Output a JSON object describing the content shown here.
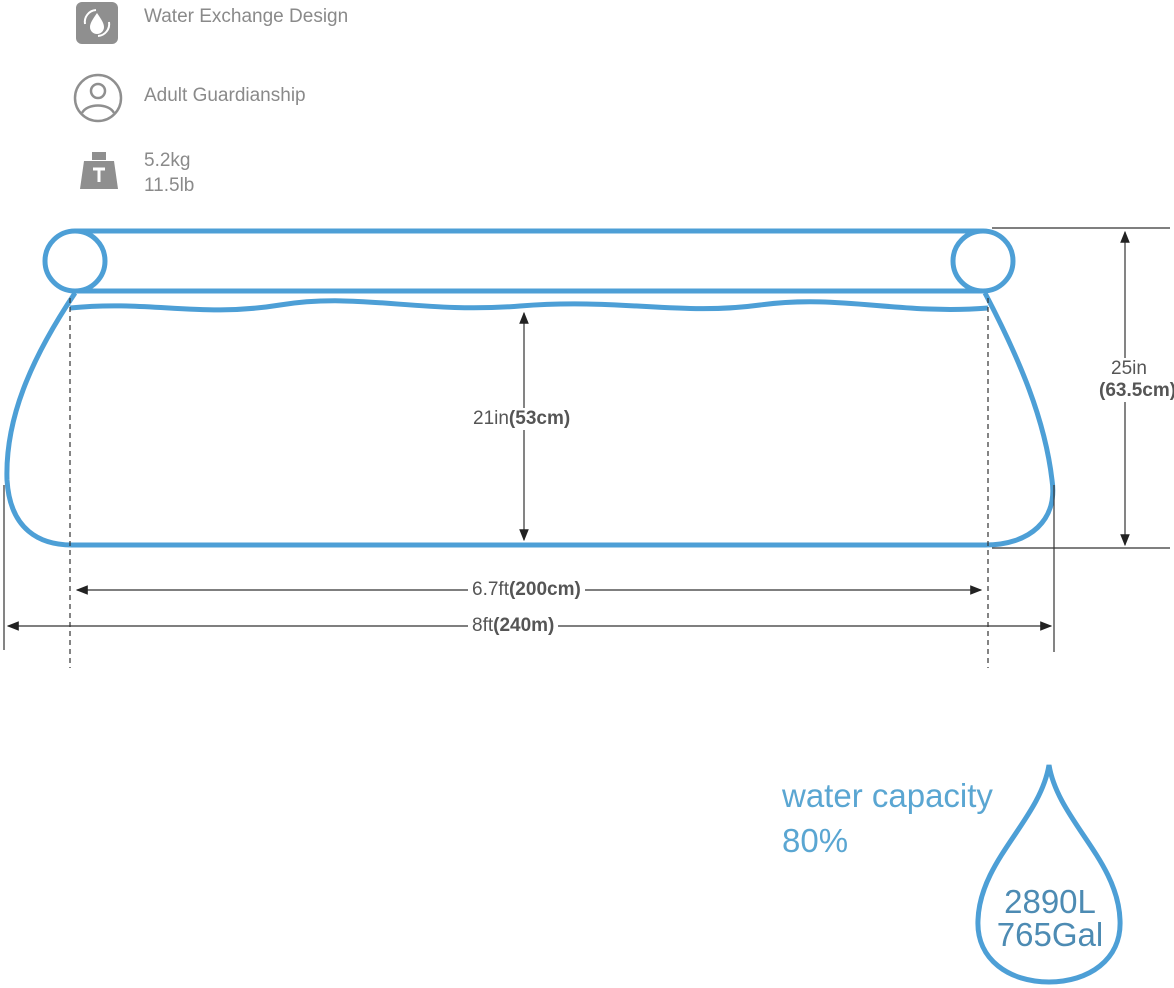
{
  "features": [
    {
      "icon": "water-exchange-icon",
      "label": "Water Exchange Design"
    },
    {
      "icon": "person-icon",
      "label": "Adult Guardianship"
    },
    {
      "icon": "weight-icon",
      "label_kg": "5.2kg",
      "label_lb": "11.5lb"
    }
  ],
  "dimensions": {
    "total_height_in": "25in",
    "total_height_cm": "(63.5cm)",
    "water_depth_in": "21in",
    "water_depth_cm": "(53cm)",
    "inner_width_ft": "6.7ft",
    "inner_width_cm": "(200cm)",
    "outer_width_ft": "8ft",
    "outer_width_m": "(240m)"
  },
  "capacity": {
    "title": "water capacity",
    "percent": "80%",
    "liters": "2890L",
    "gallons": "765Gal"
  },
  "colors": {
    "pool": "#4d9fd6",
    "text": "#8a8a8a"
  }
}
